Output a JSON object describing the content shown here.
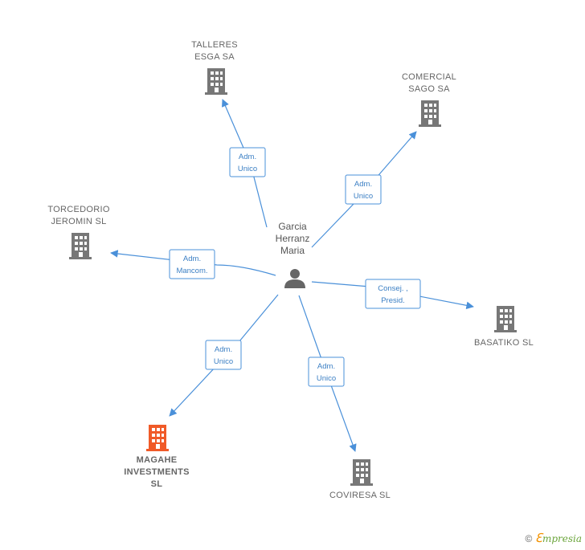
{
  "center": {
    "name_lines": [
      "Garcia",
      "Herranz",
      "Maria"
    ],
    "icon": "person-icon"
  },
  "companies": [
    {
      "id": "talleres",
      "name_lines": [
        "TALLERES",
        "ESGA SA"
      ],
      "icon": "building-icon",
      "color": "#777777"
    },
    {
      "id": "comercial",
      "name_lines": [
        "COMERCIAL",
        "SAGO SA"
      ],
      "icon": "building-icon",
      "color": "#777777"
    },
    {
      "id": "torcedorio",
      "name_lines": [
        "TORCEDORIO",
        "JEROMIN SL"
      ],
      "icon": "building-icon",
      "color": "#777777"
    },
    {
      "id": "basatiko",
      "name_lines": [
        "BASATIKO  SL"
      ],
      "icon": "building-icon",
      "color": "#777777"
    },
    {
      "id": "magahe",
      "name_lines": [
        "MAGAHE",
        "INVESTMENTS",
        "SL"
      ],
      "icon": "building-icon",
      "color": "#f05a28",
      "highlight": true
    },
    {
      "id": "coviresa",
      "name_lines": [
        "COVIRESA SL"
      ],
      "icon": "building-icon",
      "color": "#777777"
    }
  ],
  "relations": [
    {
      "to": "talleres",
      "role_lines": [
        "Adm.",
        "Unico"
      ]
    },
    {
      "to": "comercial",
      "role_lines": [
        "Adm.",
        "Unico"
      ]
    },
    {
      "to": "torcedorio",
      "role_lines": [
        "Adm.",
        "Mancom."
      ]
    },
    {
      "to": "basatiko",
      "role_lines": [
        "Consej. ,",
        "Presid."
      ]
    },
    {
      "to": "magahe",
      "role_lines": [
        "Adm.",
        "Unico"
      ]
    },
    {
      "to": "coviresa",
      "role_lines": [
        "Adm.",
        "Unico"
      ]
    }
  ],
  "footer": {
    "copyright_symbol": "©",
    "brand_initial": "ℇ",
    "brand_rest": "mpresia"
  },
  "colors": {
    "edge": "#4a90d9",
    "node_gray": "#777777",
    "node_highlight": "#f05a28",
    "person": "#666666"
  }
}
